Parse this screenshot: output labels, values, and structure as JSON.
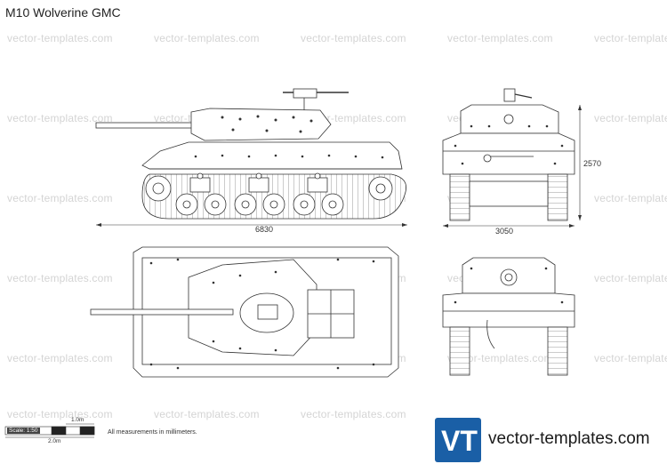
{
  "title": "M10 Wolverine GMC",
  "watermark": "vector-templates.com",
  "dimensions": {
    "length": "6830",
    "width": "3050",
    "height": "2570"
  },
  "scale": {
    "label": "Scale: 1:50",
    "top_bar": "1.0m",
    "bottom_bar": "2.0m"
  },
  "note": "All measurements in millimeters.",
  "logo": {
    "mark": "VT",
    "text": "vector-templates.com",
    "color": "#1a5fa6"
  }
}
